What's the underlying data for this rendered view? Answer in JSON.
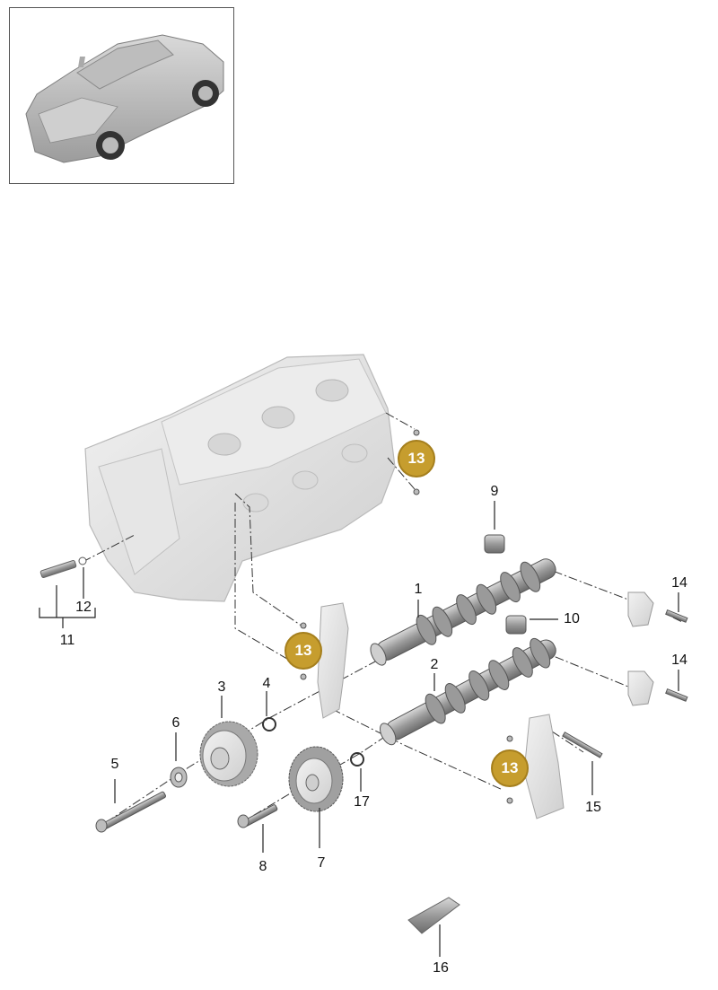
{
  "vehicle_thumbnail": {
    "icon": "car-icon"
  },
  "callouts": {
    "c1": "1",
    "c2": "2",
    "c3": "3",
    "c4": "4",
    "c5": "5",
    "c6": "6",
    "c7": "7",
    "c8": "8",
    "c9": "9",
    "c10": "10",
    "c11": "11",
    "c12": "12",
    "c13a": "13",
    "c13b": "13",
    "c13c": "13",
    "c14a": "14",
    "c14b": "14",
    "c15": "15",
    "c16": "16",
    "c17": "17"
  },
  "colors": {
    "badge_fill": "#c69d2e",
    "part_gray": "#e4e4e4",
    "outline": "#9a9a9a"
  }
}
